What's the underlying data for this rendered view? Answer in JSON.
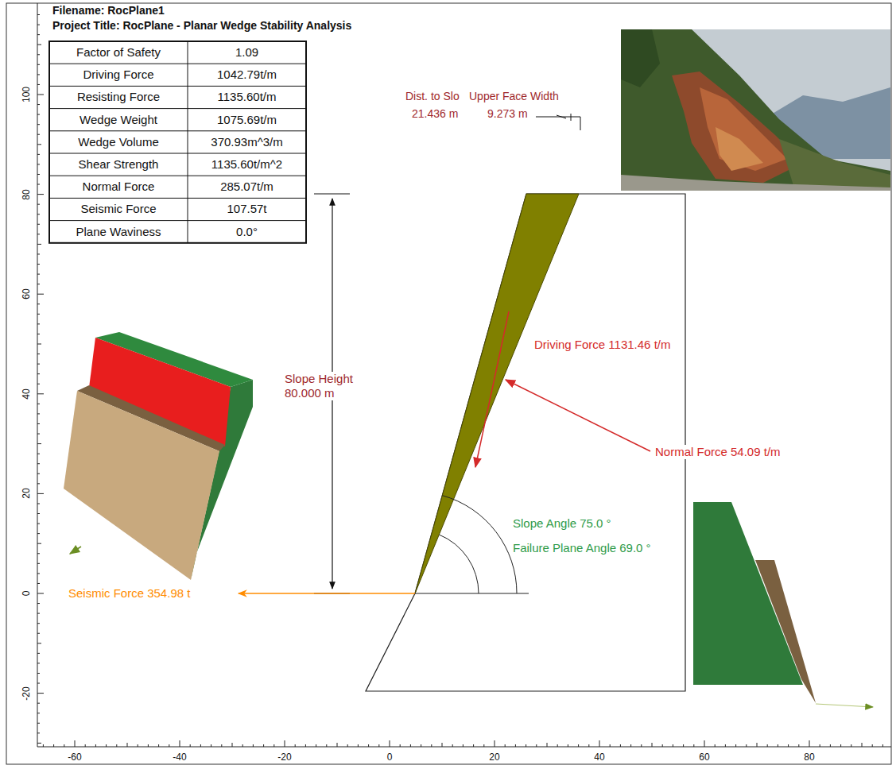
{
  "diagram": {
    "labels": [
      "Filename: RocPlane1",
      "Project Title: RocPlane - Planar Wedge Stability Analysis",
      "Factor of Safety",
      "1.09",
      "Driving Force",
      "1042.79t/m",
      "Resisting Force",
      "1135.60t/m",
      "Wedge Weight",
      "1075.69t/m",
      "Wedge Volume",
      "370.93m^3/m",
      "Shear Strength",
      "1135.60t/m^2",
      "Normal Force",
      "285.07t/m",
      "Seismic Force",
      "107.57t",
      "Plane Waviness",
      "0.0°",
      "Dist. to Slo",
      "Upper Face Width",
      "21.436 m",
      "9.273 m",
      "Slope Height 80.000 m",
      "Driving Force 1131.46 t/m",
      "Normal Force 54.09 t/m",
      "Slope Angle 75.0 °",
      "Failure Plane Angle 69.0 °",
      "Seismic Force 354.98 t",
      "100",
      "80",
      "60",
      "40",
      "20",
      "0",
      "-20",
      "-60",
      "-40",
      "-20",
      "0",
      "20",
      "40",
      "60",
      "80"
    ]
  }
}
